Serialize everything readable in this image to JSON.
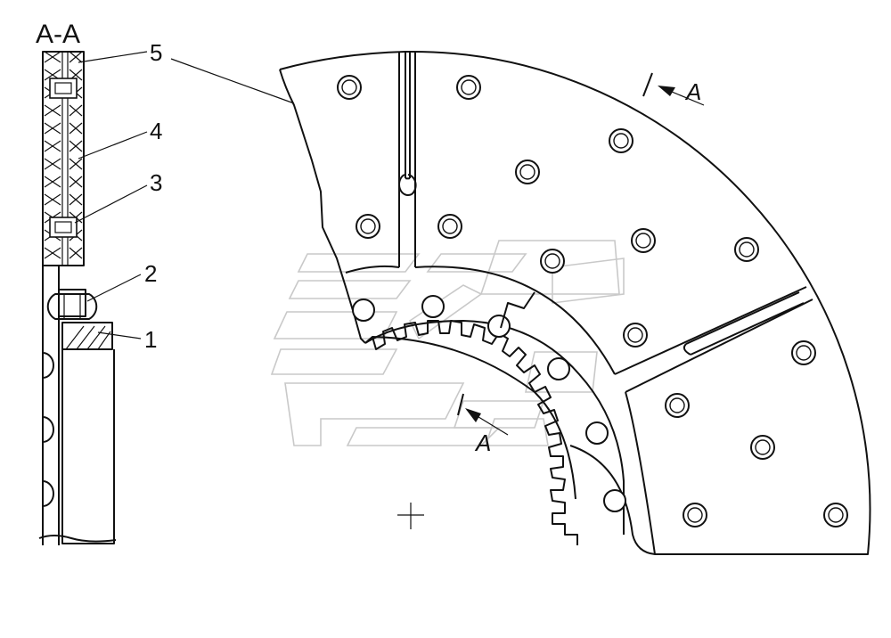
{
  "section_title": "А-А",
  "callouts": {
    "c1": "1",
    "c2": "2",
    "c3": "3",
    "c4": "4",
    "c5": "5"
  },
  "section_marks": {
    "top": "А",
    "bottom": "А"
  }
}
